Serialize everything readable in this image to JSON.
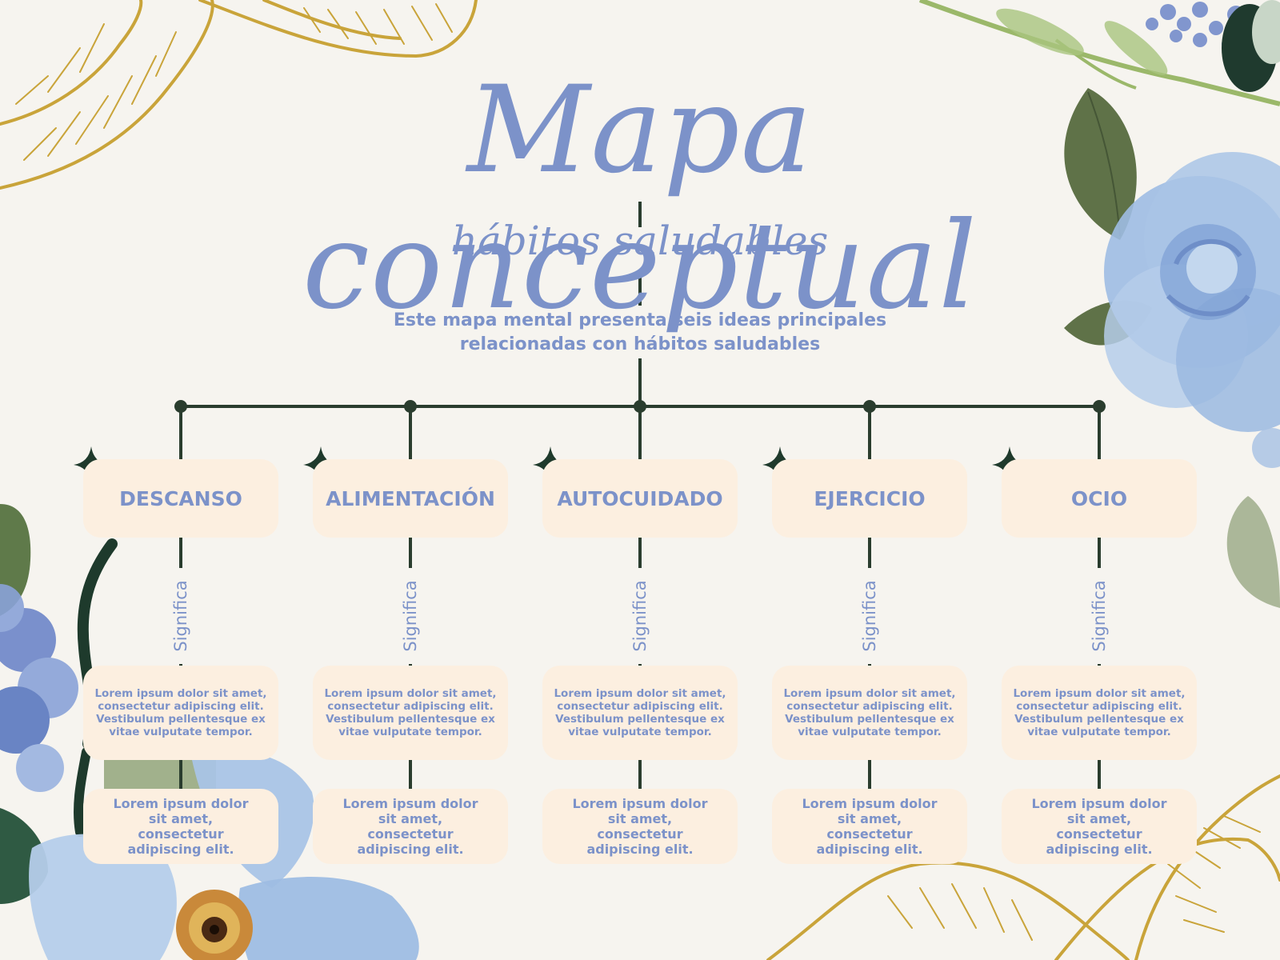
{
  "title": "Mapa conceptual",
  "subtitle": "hábitos saludables",
  "intro": "Este mapa mental presenta seis ideas principales relacionadas con hábitos saludables",
  "link_label": "Significa",
  "colors": {
    "text": "#7c92c9",
    "connector": "#2a3d2e",
    "box": "#fcefe0",
    "background": "#f6f4ef",
    "gold": "#c9a43a",
    "petal_blue": "#9ebde3",
    "leaf_green": "#6b7f52"
  },
  "nodes": [
    {
      "title": "DESCANSO",
      "description": "Lorem ipsum dolor sit amet, consectetur adipiscing elit. Vestibulum pellentesque ex vitae vulputate tempor.",
      "detail": "Lorem ipsum dolor sit amet, consectetur adipiscing elit."
    },
    {
      "title": "ALIMENTACIÓN",
      "description": "Lorem ipsum dolor sit amet, consectetur adipiscing elit. Vestibulum pellentesque ex vitae vulputate tempor.",
      "detail": "Lorem ipsum dolor sit amet, consectetur adipiscing elit."
    },
    {
      "title": "AUTOCUIDADO",
      "description": "Lorem ipsum dolor sit amet, consectetur adipiscing elit. Vestibulum pellentesque ex vitae vulputate tempor.",
      "detail": "Lorem ipsum dolor sit amet, consectetur adipiscing elit."
    },
    {
      "title": "EJERCICIO",
      "description": "Lorem ipsum dolor sit amet, consectetur adipiscing elit. Vestibulum pellentesque ex vitae vulputate tempor.",
      "detail": "Lorem ipsum dolor sit amet, consectetur adipiscing elit."
    },
    {
      "title": "OCIO",
      "description": "Lorem ipsum dolor sit amet, consectetur adipiscing elit. Vestibulum pellentesque ex vitae vulputate tempor.",
      "detail": "Lorem ipsum dolor sit amet, consectetur adipiscing elit."
    }
  ]
}
